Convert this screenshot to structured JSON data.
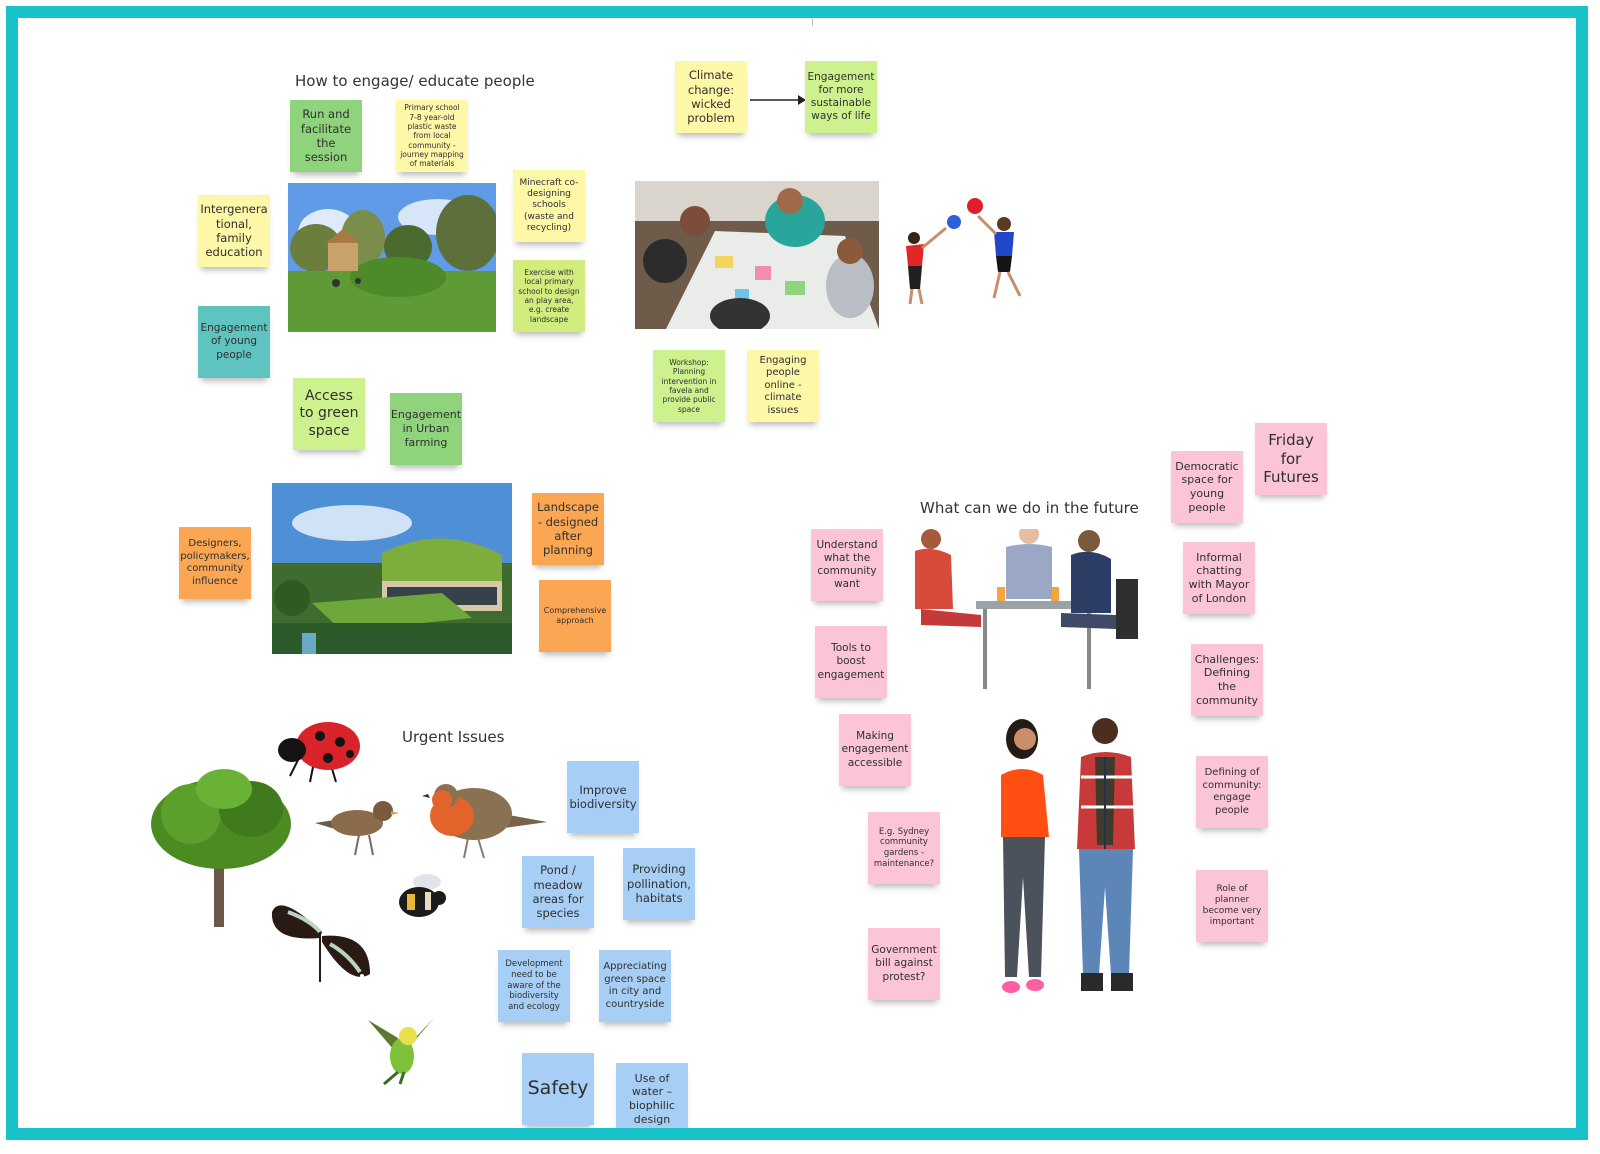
{
  "headings": {
    "engage": "How to engage/ educate people",
    "future": "What can we do in the future",
    "urgent": "Urgent Issues"
  },
  "notes": {
    "run_facilitate": "Run and facilitate the session",
    "primary_school": "Primary school 7-8 year-old plastic waste from local community - journey mapping of materials",
    "intergenerational": "Intergenera tional, family education",
    "minecraft": "Minecraft co-designing schools (waste and recycling)",
    "exercise_school": "Exercise with local primary school to design an play area, e.g. create landscape",
    "young_people": "Engagement of young people",
    "access_green": "Access to green space",
    "urban_farming": "Engagement in Urban farming",
    "designers": "Designers, policymakers, community influence",
    "landscape_designed": "Landscape - designed after planning",
    "comprehensive": "Comprehensive approach",
    "climate_wicked": "Climate change: wicked problem",
    "engagement_sustainable": "Engagement for more sustainable ways of life",
    "workshop_favela": "Workshop: Planning intervention in favela and provide public space",
    "engaging_online": "Engaging people online - climate issues",
    "understand_community": "Understand what the community want",
    "tools_boost": "Tools to boost engagement",
    "making_accessible": "Making engagement accessible",
    "sydney_gardens": "E.g. Sydney community gardens - maintenance?",
    "government_bill": "Government bill against protest?",
    "democratic_space": "Democratic space for young people",
    "friday_futures": "Friday for Futures",
    "informal_mayor": "Informal chatting with Mayor of London",
    "challenges_defining": "Challenges: Defining the community",
    "defining_engage": "Defining of community: engage people",
    "role_planner": "Role of planner become very important",
    "improve_biodiversity": "Improve biodiversity",
    "pond_meadow": "Pond / meadow areas for species",
    "pollination": "Providing pollination, habitats",
    "development_aware": "Development need to be aware of the biodiversity and ecology",
    "appreciating_green": "Appreciating green space in city and countryside",
    "safety": "Safety",
    "use_water": "Use of water – biophilic design"
  },
  "colors": {
    "frame": "#17c3c8",
    "yellow": "#fdf7a8",
    "green": "#8fd47c",
    "lime": "#d3ec7e",
    "light_green": "#cdf28d",
    "teal": "#5fc4c0",
    "orange": "#fba653",
    "pink": "#fbc5d7",
    "blue": "#a7cff5"
  },
  "images": {
    "photos": [
      "park-playground-photo",
      "workshop-table-photo",
      "green-roof-building-photo",
      "people-at-table-photo",
      "two-people-talking-photo",
      "children-balloons-photo"
    ],
    "cutouts": [
      "ladybird-icon",
      "tree-icon",
      "sparrow-icon",
      "robin-icon",
      "bumblebee-icon",
      "butterfly-icon",
      "budgie-icon"
    ]
  }
}
